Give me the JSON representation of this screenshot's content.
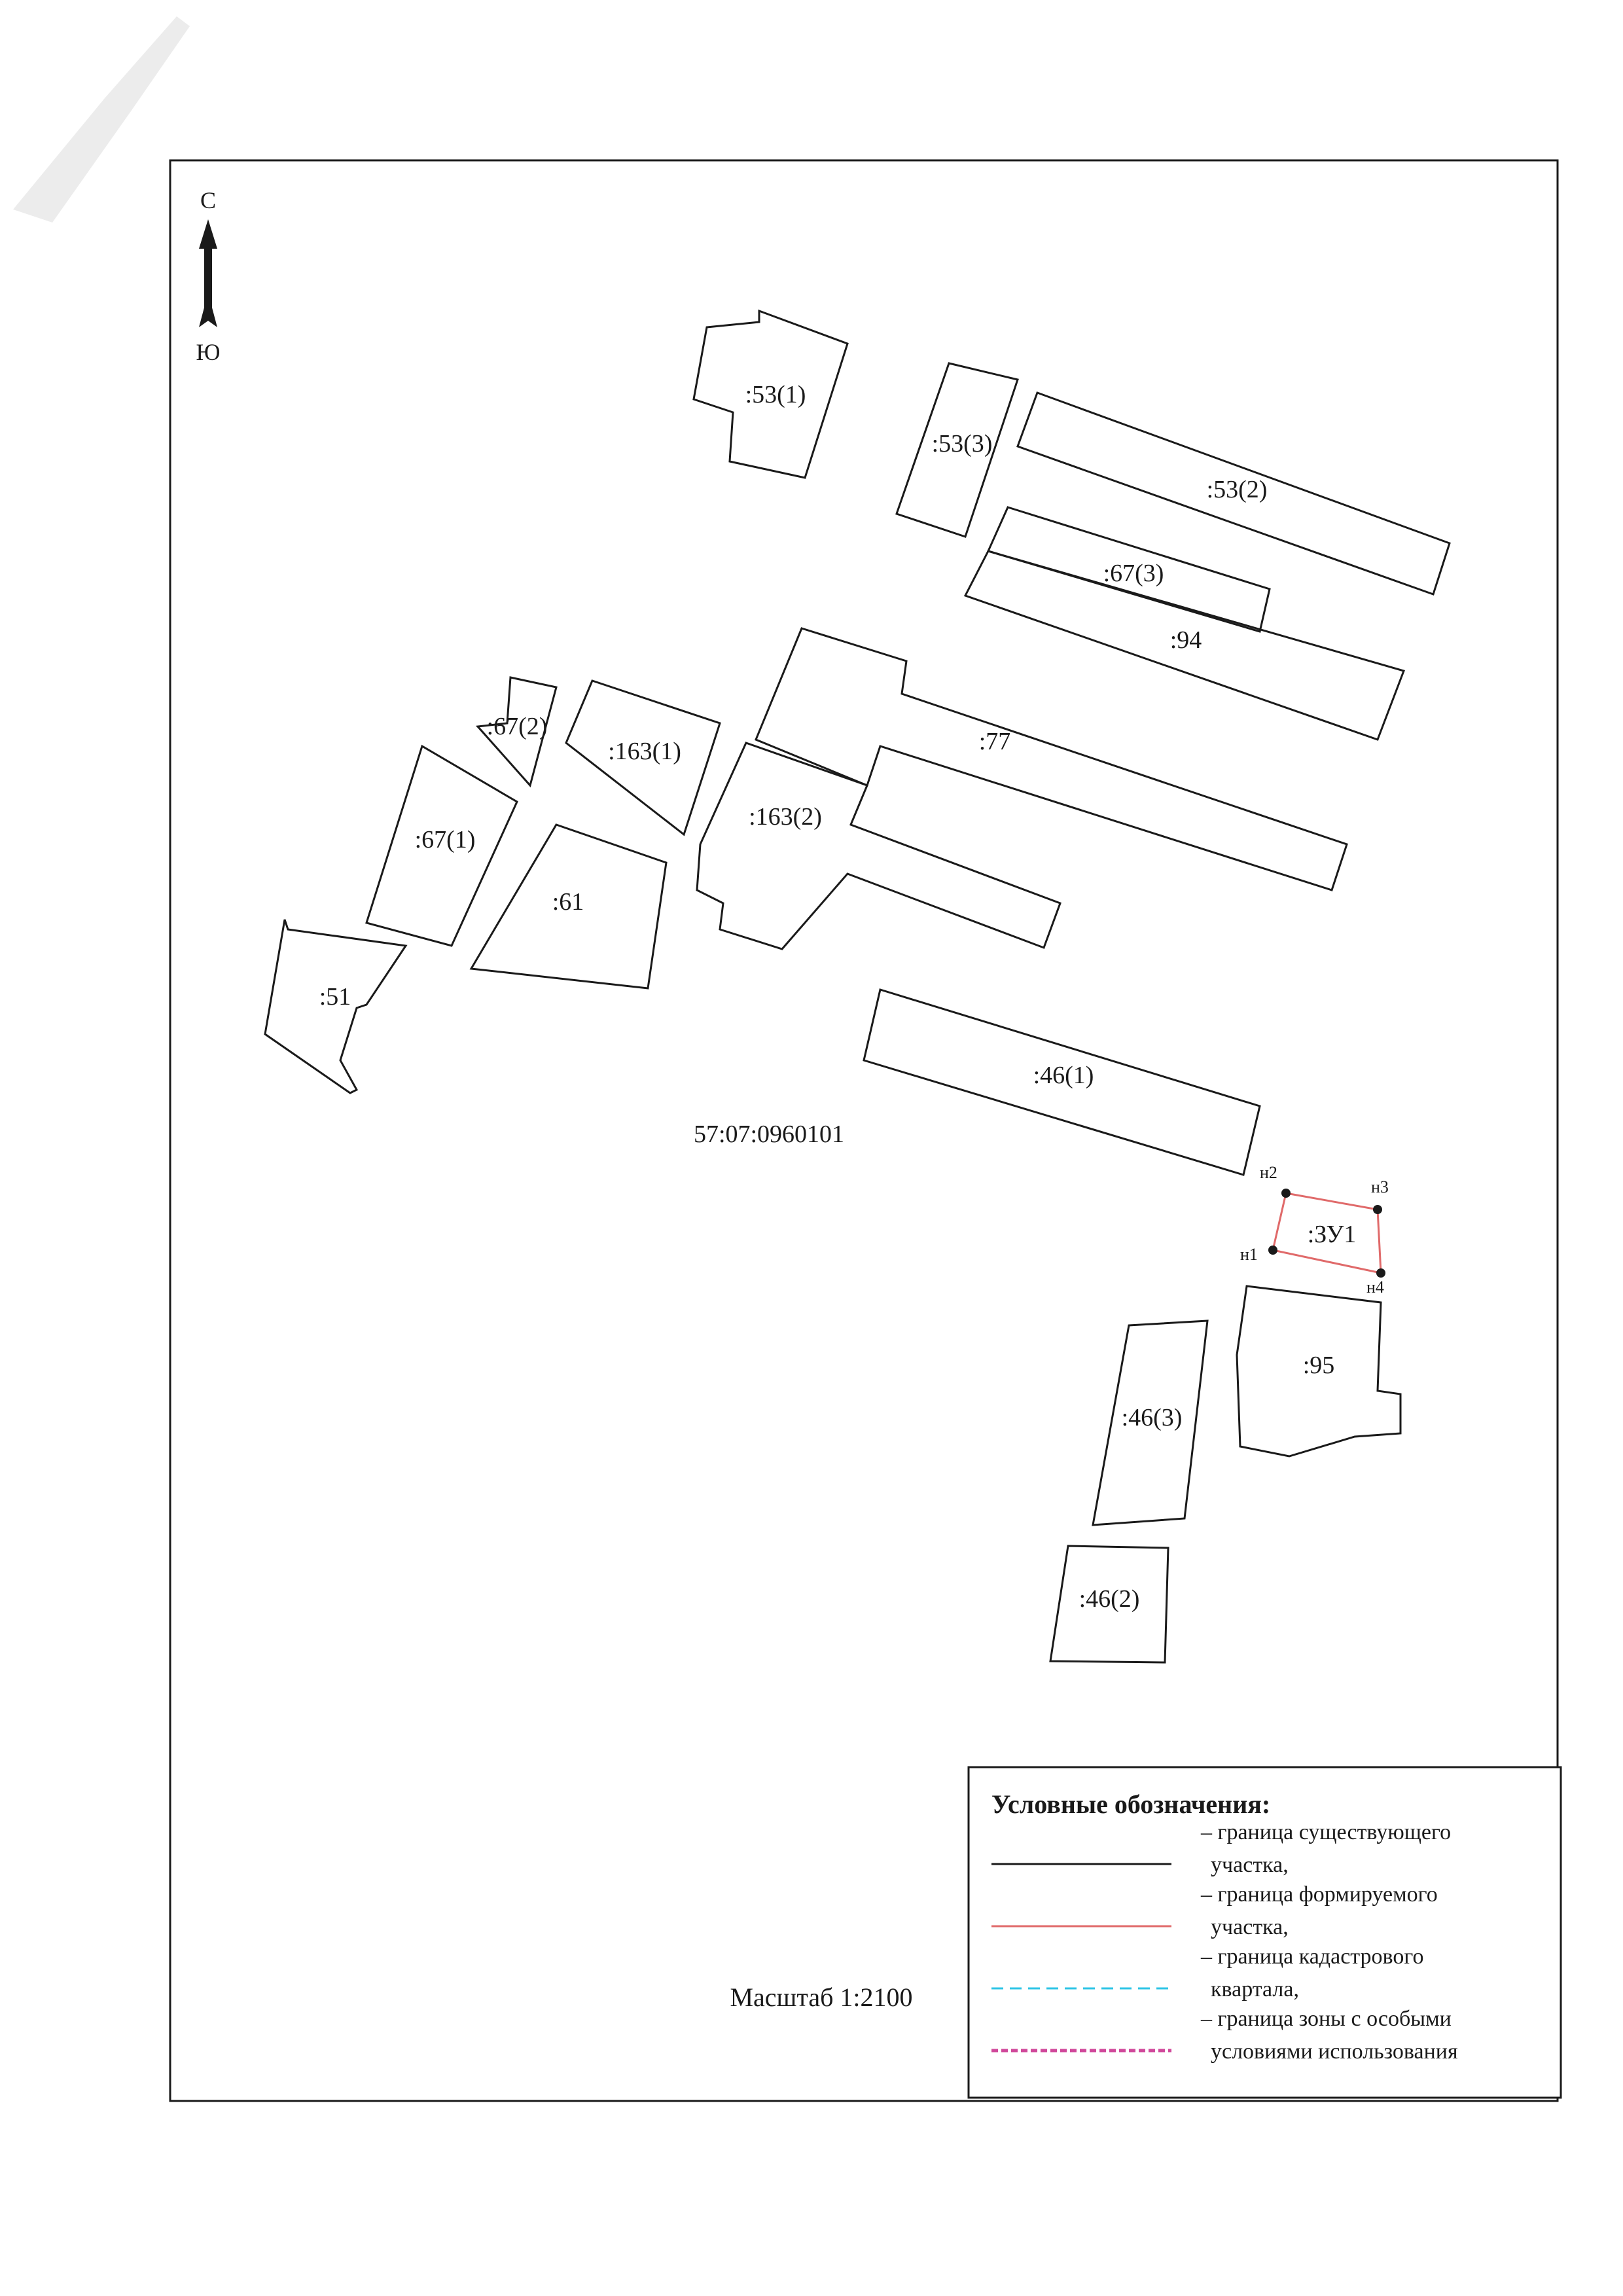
{
  "compass": {
    "north": "С",
    "south": "Ю"
  },
  "cadastral_quarter": "57:07:0960101",
  "scale": "Масштаб 1:2100",
  "parcels": [
    {
      "id": "p531",
      "label": ":53(1)"
    },
    {
      "id": "p533",
      "label": ":53(3)"
    },
    {
      "id": "p532",
      "label": ":53(2)"
    },
    {
      "id": "p673",
      "label": ":67(3)"
    },
    {
      "id": "p94",
      "label": ":94"
    },
    {
      "id": "p672",
      "label": ":67(2)"
    },
    {
      "id": "p1631",
      "label": ":163(1)"
    },
    {
      "id": "p77",
      "label": ":77"
    },
    {
      "id": "p1632",
      "label": ":163(2)"
    },
    {
      "id": "p671",
      "label": ":67(1)"
    },
    {
      "id": "p61",
      "label": ":61"
    },
    {
      "id": "p51",
      "label": ":51"
    },
    {
      "id": "p461",
      "label": ":46(1)"
    },
    {
      "id": "p95",
      "label": ":95"
    },
    {
      "id": "p463",
      "label": ":46(3)"
    },
    {
      "id": "p462",
      "label": ":46(2)"
    }
  ],
  "new_parcel": {
    "label": ":ЗУ1",
    "color": "#e06a6a",
    "vertices": [
      "н1",
      "н2",
      "н3",
      "н4"
    ]
  },
  "legend": {
    "title": "Условные обозначения:",
    "items": [
      {
        "lines": [
          "– граница существующего",
          "участка,"
        ],
        "color": "#1a1a1a",
        "style": "solid"
      },
      {
        "lines": [
          "– граница формируемого",
          "участка,"
        ],
        "color": "#e06a6a",
        "style": "solid"
      },
      {
        "lines": [
          "– граница кадастрового",
          "квартала,"
        ],
        "color": "#2ec4e6",
        "style": "dashed"
      },
      {
        "lines": [
          "– граница зоны с особыми",
          "условиями использования"
        ],
        "color": "#d0479a",
        "style": "dashed"
      }
    ]
  }
}
